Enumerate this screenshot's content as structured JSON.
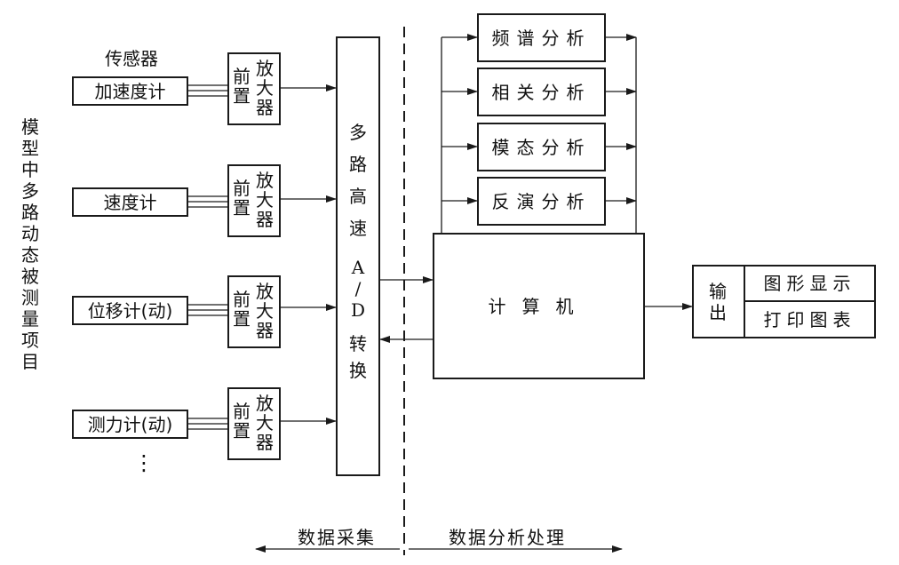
{
  "vertical_title": "模型中多路动态被测量项目",
  "sensor_header": "传感器",
  "sensors": [
    "加速度计",
    "速度计",
    "位移计(动)",
    "测力计(动)"
  ],
  "preamp": {
    "left": "前置",
    "right": "放大器"
  },
  "ellipsis": "⋮",
  "ad_converter": [
    "多",
    "路",
    "高",
    "速",
    "A",
    "/",
    "D",
    "转",
    "换"
  ],
  "analyses": [
    "频谱分析",
    "相关分析",
    "模态分析",
    "反演分析"
  ],
  "computer": "计算机",
  "output": {
    "label": "输出",
    "items": [
      "图形显示",
      "打印图表"
    ]
  },
  "bottom": {
    "left": "数据采集",
    "right": "数据分析处理"
  }
}
